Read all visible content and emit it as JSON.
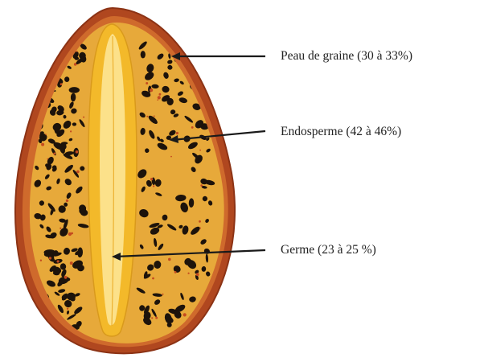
{
  "labels": [
    {
      "id": "seed-coat",
      "text": "Peau de graine (30 à 33%)"
    },
    {
      "id": "endosperm",
      "text": "Endosperme (42 à 46%)"
    },
    {
      "id": "germ",
      "text": "Germe (23 à 25 %)"
    }
  ],
  "colors": {
    "seed_coat_outer": "#b0471f",
    "seed_coat_inner": "#cf6a2c",
    "endosperm_base": "#e7a93a",
    "endosperm_spots": "#1d130b",
    "germ_core": "#f6c534",
    "germ_highlight": "#fde79b",
    "leader_line": "#1a1a1a"
  }
}
